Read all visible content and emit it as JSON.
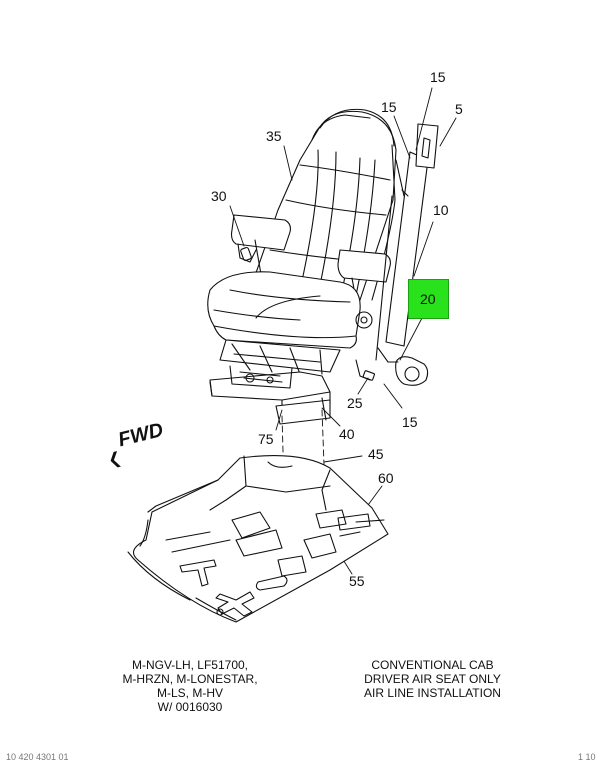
{
  "callouts": {
    "c15_top": "15",
    "c15_mid": "15",
    "c5": "5",
    "c35": "35",
    "c30": "30",
    "c10": "10",
    "c20": "20",
    "c25": "25",
    "c15_bottom": "15",
    "c75": "75",
    "c40": "40",
    "c45": "45",
    "c60": "60",
    "c55": "55"
  },
  "fwd_label": "FWD",
  "caption_left": [
    "M-NGV-LH, LF51700,",
    "M-HRZN, M-LONESTAR,",
    "M-LS, M-HV",
    "W/ 0016030"
  ],
  "caption_right": [
    "CONVENTIONAL CAB",
    "DRIVER AIR SEAT ONLY",
    "AIR LINE INSTALLATION"
  ],
  "footer_left": "10 420 4301 01",
  "footer_right": "1 10",
  "highlight_color": "#29e21c"
}
